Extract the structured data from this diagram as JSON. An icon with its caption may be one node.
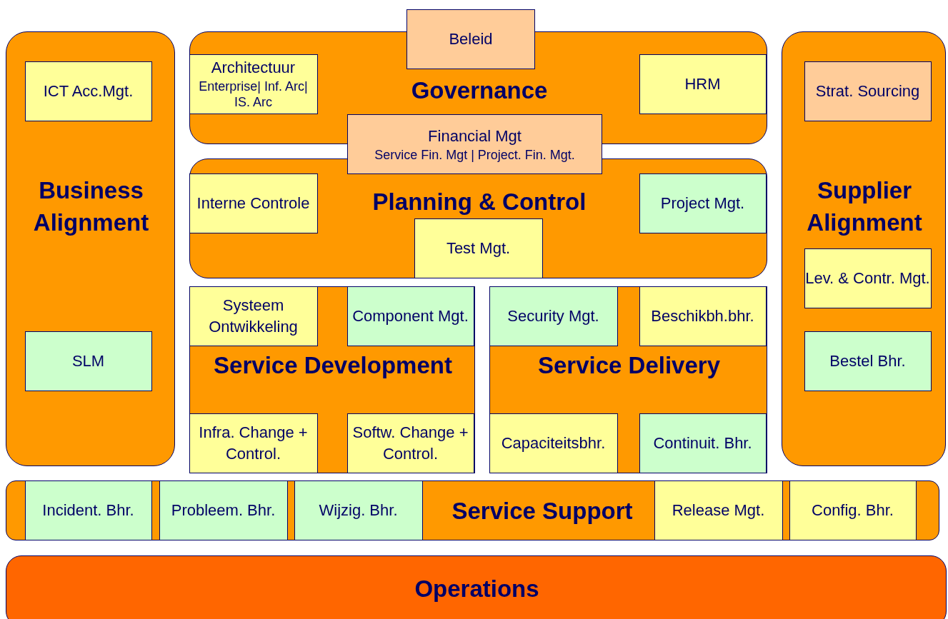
{
  "diagram": {
    "nodes": [
      {
        "text": [
          "Business Alignment"
        ]
      },
      {
        "text": [
          "ICT Acc.Mgt."
        ],
        "in": 0
      },
      {
        "text": [
          "SLM"
        ],
        "in": 0
      },
      {
        "text": [
          "Governance"
        ]
      },
      {
        "text": [
          "Beleid"
        ]
      },
      {
        "text": [
          "Architectuur",
          "Enterprise| Inf. Arc| IS. Arc"
        ],
        "in": 3
      },
      {
        "text": [
          "HRM"
        ],
        "in": 3
      },
      {
        "text": [
          "Financial Mgt",
          "Service Fin. Mgt |  Project. Fin. Mgt."
        ]
      },
      {
        "text": [
          "Planning & Control"
        ]
      },
      {
        "text": [
          "Interne Controle"
        ],
        "in": 8
      },
      {
        "text": [
          "Project Mgt."
        ],
        "in": 8
      },
      {
        "text": [
          "Test Mgt."
        ],
        "in": 8
      },
      {
        "text": [
          "Supplier Alignment"
        ]
      },
      {
        "text": [
          "Strat. Sourcing"
        ],
        "in": 12
      },
      {
        "text": [
          "Lev. & Contr. Mgt."
        ],
        "in": 12
      },
      {
        "text": [
          "Bestel Bhr."
        ],
        "in": 12
      },
      {
        "text": [
          "Service Development"
        ]
      },
      {
        "text": [
          "Systeem Ontwikkeling"
        ],
        "in": 16
      },
      {
        "text": [
          "Component Mgt."
        ],
        "in": 16
      },
      {
        "text": [
          "Infra. Change + Control."
        ],
        "in": 16
      },
      {
        "text": [
          "Softw. Change + Control."
        ],
        "in": 16
      },
      {
        "text": [
          "Service Delivery"
        ]
      },
      {
        "text": [
          "Security Mgt."
        ],
        "in": 21
      },
      {
        "text": [
          "Beschikbh.bhr."
        ],
        "in": 21
      },
      {
        "text": [
          "Capaciteitsbhr."
        ],
        "in": 21
      },
      {
        "text": [
          "Continuit. Bhr."
        ],
        "in": 21
      },
      {
        "text": [
          "Service Support"
        ]
      },
      {
        "text": [
          "Incident. Bhr."
        ],
        "in": 26
      },
      {
        "text": [
          "Probleem. Bhr."
        ],
        "in": 26
      },
      {
        "text": [
          "Wijzig. Bhr."
        ],
        "in": 26
      },
      {
        "text": [
          "Release Mgt."
        ],
        "in": 26
      },
      {
        "text": [
          "Config. Bhr."
        ],
        "in": 26
      },
      {
        "text": [
          "Operations"
        ]
      }
    ]
  }
}
